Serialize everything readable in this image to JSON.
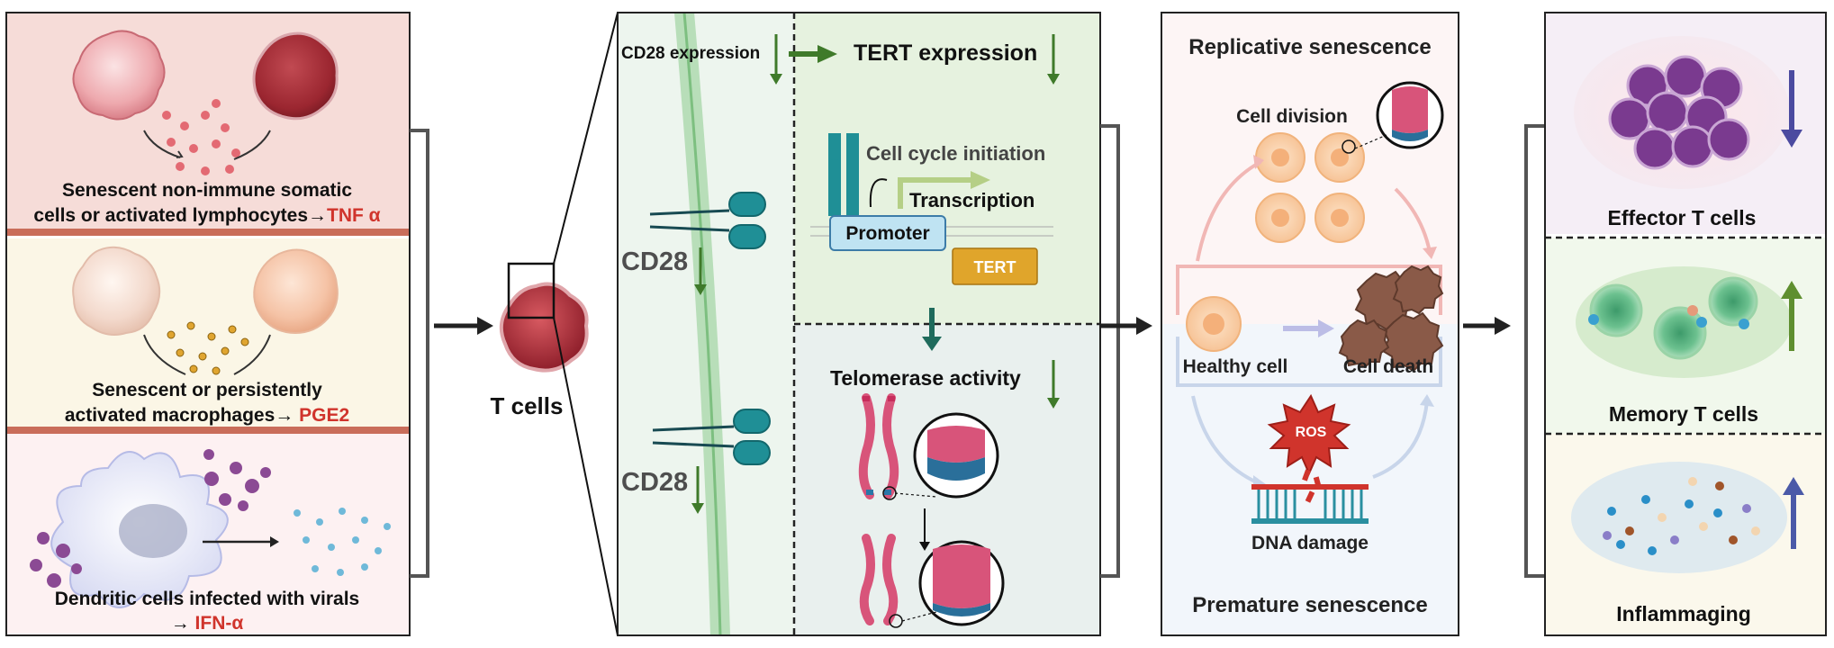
{
  "left_panel": {
    "row1": {
      "text1": "Senescent non-immune somatic",
      "text2": "cells or activated lymphocytes→",
      "cytokine": "TNF α"
    },
    "row2": {
      "text1": "Senescent or persistently",
      "text2": "activated macrophages→ ",
      "cytokine": "PGE2"
    },
    "row3": {
      "text1": "Dendritic cells infected with virals",
      "text2": "→ ",
      "cytokine": "IFN-α"
    }
  },
  "tcell": {
    "label": "T cells"
  },
  "mechanism": {
    "cd28_expression": "CD28 expression",
    "tert_expression": "TERT expression",
    "cell_cycle": "Cell  cycle initiation",
    "transcription": "Transcription",
    "promoter": "Promoter",
    "tert_box": "TERT",
    "cd28_label": "CD28",
    "telomerase": "Telomerase activity"
  },
  "senescence": {
    "replicative": "Replicative senescence",
    "cell_division": "Cell division",
    "healthy_cell": "Healthy cell",
    "cell_death": "Cell death",
    "ros": "ROS",
    "dna_damage": "DNA damage",
    "premature": "Premature senescence"
  },
  "outcomes": {
    "effector": "Effector T cells",
    "memory": "Memory T cells",
    "inflammaging": "Inflammaging"
  },
  "colors": {
    "accent_red": "#d0342c",
    "arrow_green": "#3f7a2a",
    "teal": "#1f8f96",
    "tert_box": "#e0a52b",
    "arrow_navy": "#4b4aa0"
  }
}
